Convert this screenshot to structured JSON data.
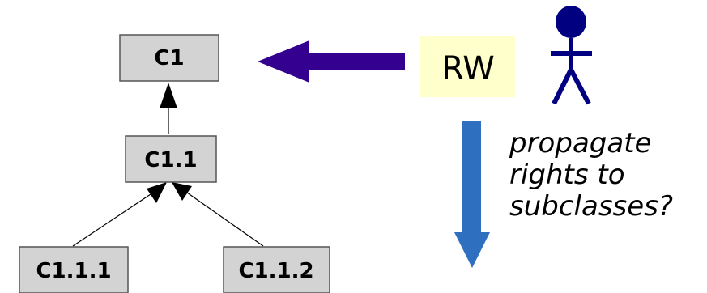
{
  "nodes": {
    "c1": "C1",
    "c1_1": "C1.1",
    "c1_1_1": "C1.1.1",
    "c1_1_2": "C1.1.2"
  },
  "rights_label": "RW",
  "question": {
    "line1": "propagate",
    "line2": "rights to",
    "line3": "subclasses?"
  },
  "colors": {
    "node_fill": "#d3d3d3",
    "rights_highlight": "#ffffcc",
    "left_arrow": "#33008f",
    "down_arrow": "#2f6fbf",
    "person": "#000080"
  }
}
